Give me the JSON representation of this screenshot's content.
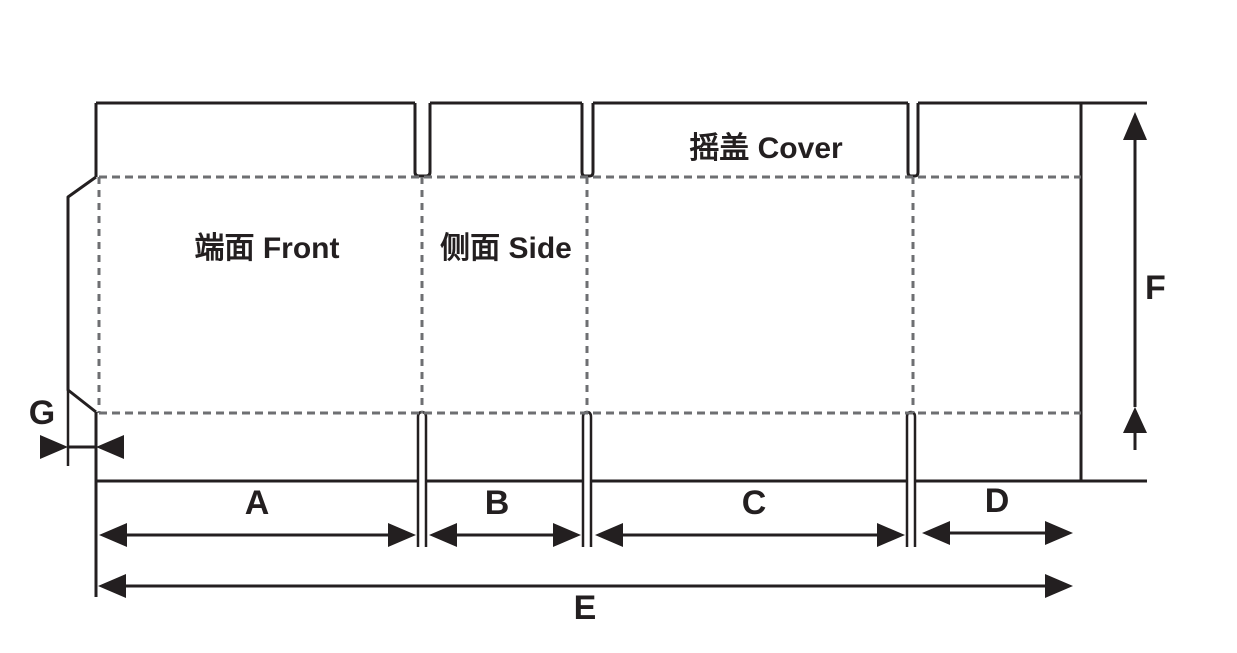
{
  "labels": {
    "front_panel": "端面 Front",
    "side_panel": "侧面 Side",
    "cover_flap": "摇盖 Cover"
  },
  "dimensions": {
    "a": "A",
    "b": "B",
    "c": "C",
    "d": "D",
    "e": "E",
    "f": "F",
    "g": "G"
  },
  "colors": {
    "cut_line": "#231f20",
    "fold_line": "#6e6f72",
    "background": "#ffffff"
  }
}
